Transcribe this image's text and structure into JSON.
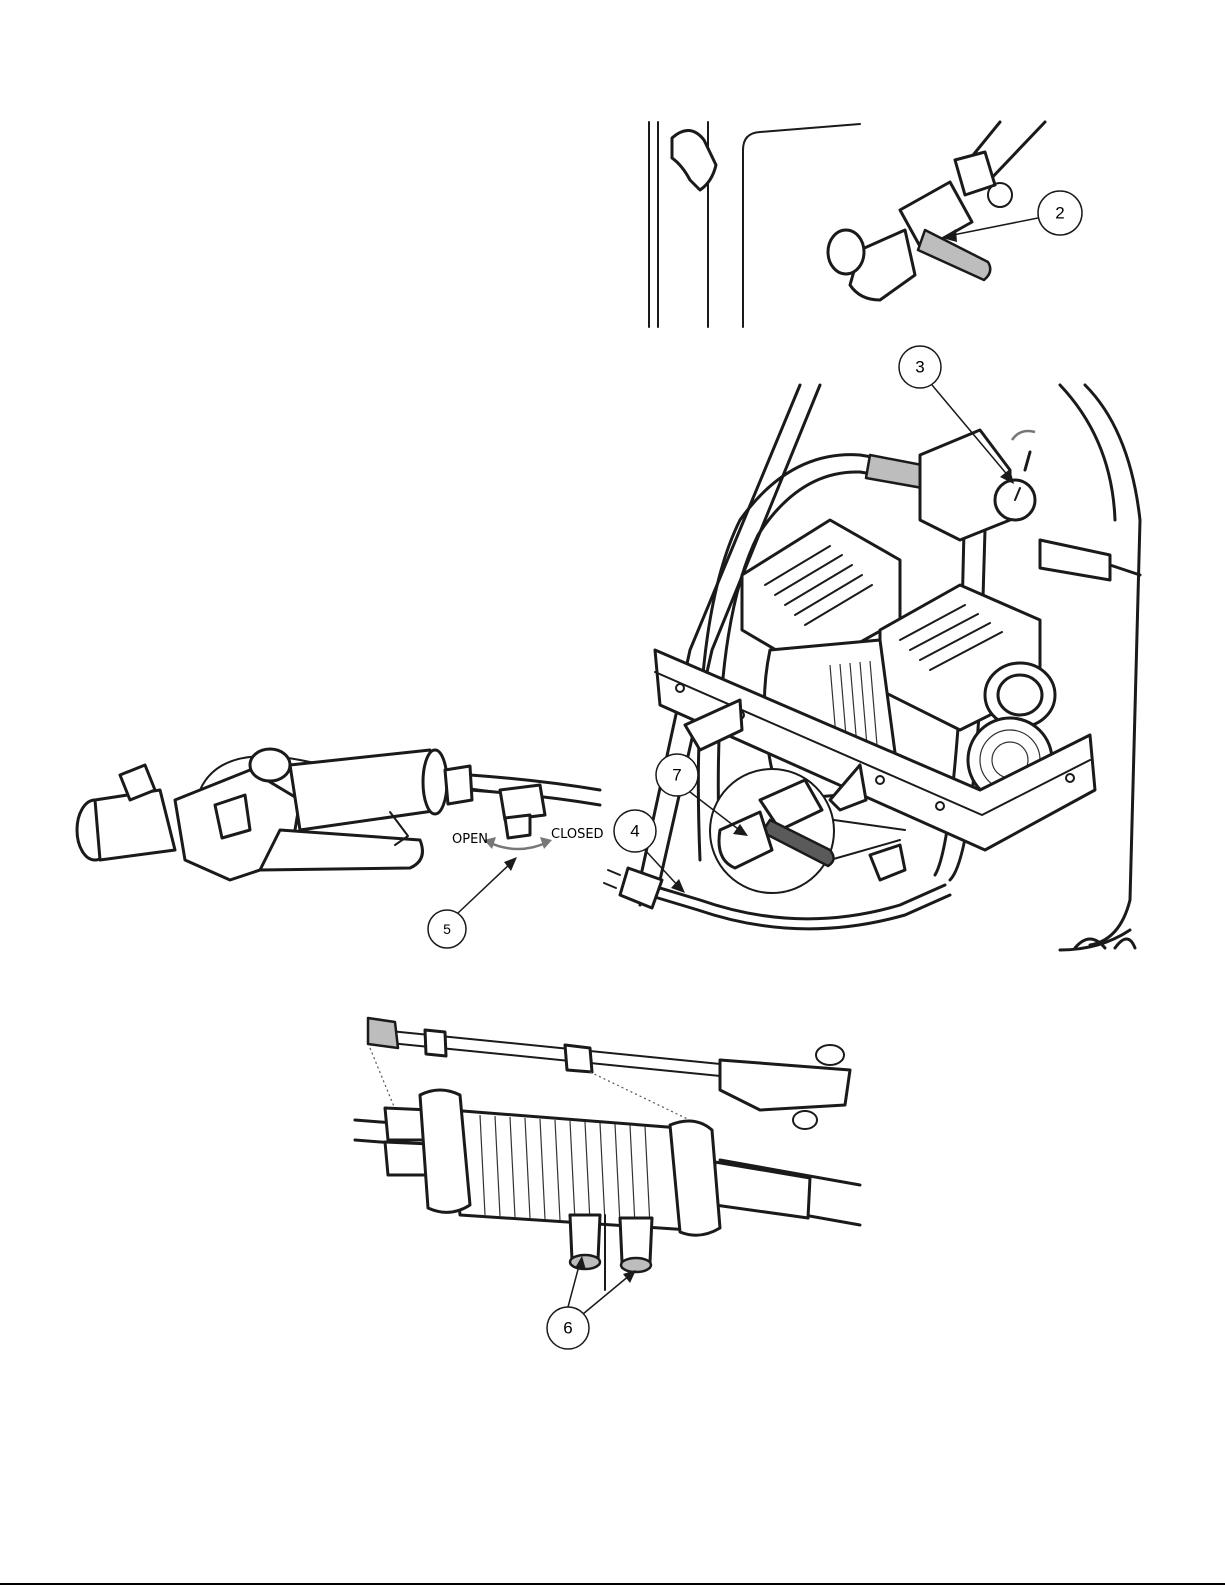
{
  "callouts": {
    "c2": "2",
    "c3": "3",
    "c4": "4",
    "c5": "5",
    "c6": "6",
    "c7": "7"
  },
  "labels": {
    "open": "OPEN",
    "closed": "CLOSED"
  },
  "colors": {
    "line": "#1a1a1a",
    "shade": "#bdbdbd",
    "background": "#ffffff"
  }
}
